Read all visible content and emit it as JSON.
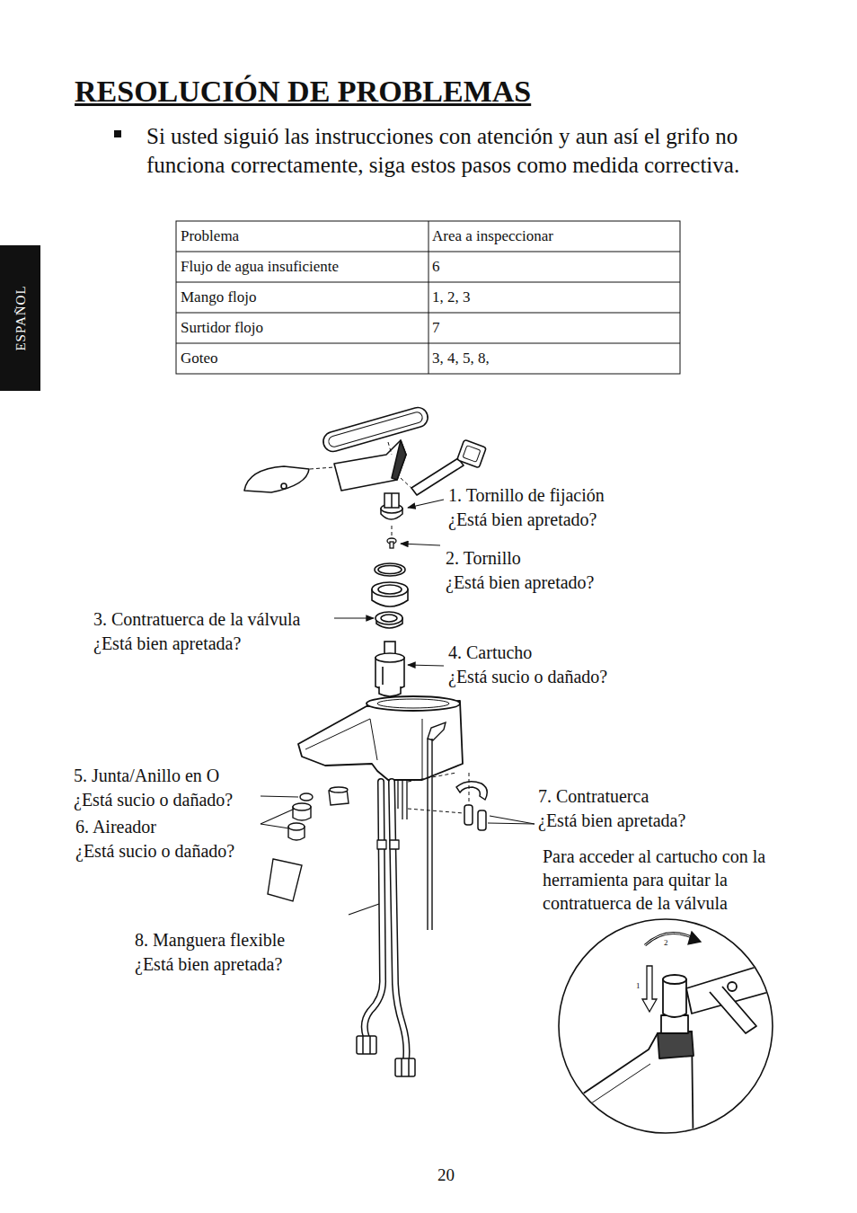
{
  "diagram": {
    "title": "RESOLUCIÓN DE PROBLEMAS",
    "nodes": [
      {
        "text": [
          "ESPAÑOL"
        ]
      }
    ],
    "labels": [
      "Si usted siguió las instrucciones con atención y aun así el grifo no funciona correctamente, siga estos pasos como medida correctiva.",
      "Problema",
      "Area a inspeccionar",
      "Flujo de agua insuficiente",
      "6",
      "Mango flojo",
      "1, 2, 3",
      "Surtidor flojo",
      "7",
      "Goteo",
      "3, 4, 5, 8,",
      "1. Tornillo de fijación",
      "¿Está bien apretado?",
      "2. Tornillo",
      "¿Está bien apretado?",
      "3. Contratuerca de la válvula",
      "¿Está bien apretada?",
      "4. Cartucho",
      "¿Está sucio o dañado?",
      "5. Junta/Anillo en O",
      "¿Está sucio o dañado?",
      "6. Aireador",
      "¿Está sucio o dañado?",
      "7. Contratuerca",
      "¿Está bien apretada?",
      "Para acceder al cartucho con la herramienta para quitar la contratuerca de la válvula",
      "8. Manguera flexible",
      "¿Está bien apretada?",
      "2",
      "1",
      "20"
    ]
  }
}
